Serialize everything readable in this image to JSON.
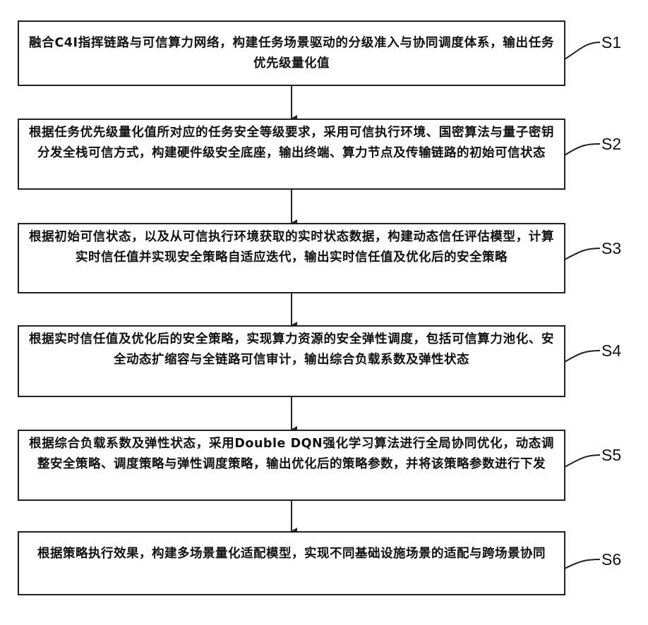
{
  "steps": [
    {
      "label": "S1",
      "text": "融合C4I指挥链路与可信算力网络，构建任务场景驱动的分级准入与协同调度体系，输出任务优先级量化值"
    },
    {
      "label": "S2",
      "text": "根据任务优先级量化值所对应的任务安全等级要求，采用可信执行环境、国密算法与量子密钥分发全栈可信方式，构建硬件级安全底座，输出终端、算力节点及传输链路的初始可信状态"
    },
    {
      "label": "S3",
      "text": "根据初始可信状态，以及从可信执行环境获取的实时状态数据，构建动态信任评估模型，计算实时信任值并实现安全策略自适应迭代，输出实时信任值及优化后的安全策略"
    },
    {
      "label": "S4",
      "text": "根据实时信任值及优化后的安全策略，实现算力资源的安全弹性调度，包括可信算力池化、安全动态扩缩容与全链路可信审计，输出综合负载系数及弹性状态"
    },
    {
      "label": "S5",
      "text": "根据综合负载系数及弹性状态，采用Double DQN强化学习算法进行全局协同优化，动态调整安全策略、调度策略与弹性调度策略，输出优化后的策略参数，并将该策略参数进行下发"
    },
    {
      "label": "S6",
      "text": "根据策略执行效果，构建多场景量化适配模型，实现不同基础设施场景的适配与跨场景协同"
    }
  ]
}
